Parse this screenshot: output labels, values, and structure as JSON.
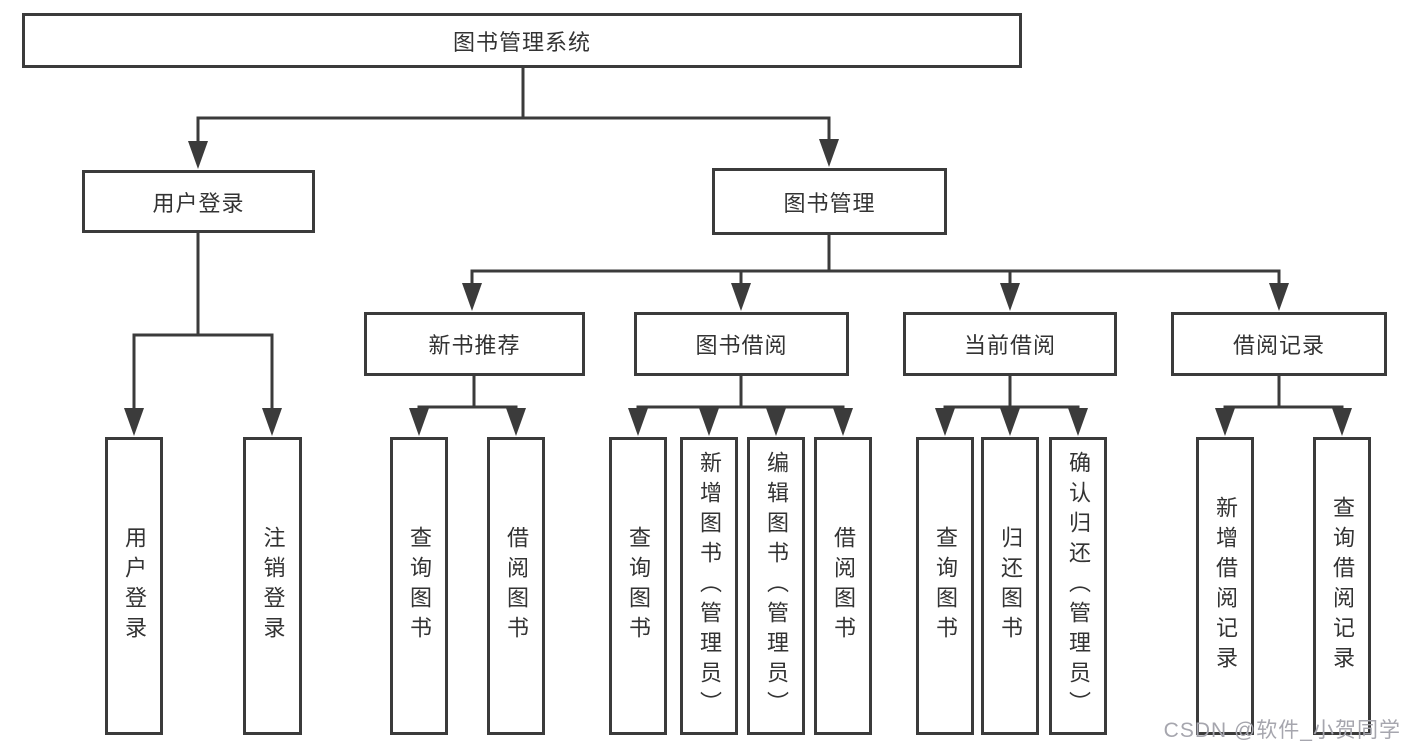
{
  "diagram": {
    "type": "tree",
    "title": "图书管理系统",
    "watermark": "CSDN @软件_小贺同学",
    "colors": {
      "line": "#3b3b3b",
      "box_border": "#3b3b3b",
      "text": "#333333",
      "background": "#ffffff",
      "watermark": "#a6a6ae"
    },
    "nodes": [
      {
        "id": "root",
        "label": "图书管理系统",
        "level": 1,
        "parent": null,
        "vertical": false
      },
      {
        "id": "user-login",
        "label": "用户登录",
        "level": 2,
        "parent": "root",
        "vertical": false
      },
      {
        "id": "book-mgmt",
        "label": "图书管理",
        "level": 2,
        "parent": "root",
        "vertical": false
      },
      {
        "id": "new-book-rec",
        "label": "新书推荐",
        "level": 3,
        "parent": "book-mgmt",
        "vertical": false
      },
      {
        "id": "book-borrow",
        "label": "图书借阅",
        "level": 3,
        "parent": "book-mgmt",
        "vertical": false
      },
      {
        "id": "current-borrow",
        "label": "当前借阅",
        "level": 3,
        "parent": "book-mgmt",
        "vertical": false
      },
      {
        "id": "borrow-records",
        "label": "借阅记录",
        "level": 3,
        "parent": "book-mgmt",
        "vertical": false
      },
      {
        "id": "user-login-action",
        "label": "用户登录",
        "level": 4,
        "parent": "user-login",
        "vertical": true
      },
      {
        "id": "logout-action",
        "label": "注销登录",
        "level": 4,
        "parent": "user-login",
        "vertical": true
      },
      {
        "id": "query-books-rec",
        "label": "查询图书",
        "level": 4,
        "parent": "new-book-rec",
        "vertical": true
      },
      {
        "id": "borrow-books-rec",
        "label": "借阅图书",
        "level": 4,
        "parent": "new-book-rec",
        "vertical": true
      },
      {
        "id": "query-books-borrow",
        "label": "查询图书",
        "level": 4,
        "parent": "book-borrow",
        "vertical": true
      },
      {
        "id": "add-book-admin",
        "label": "新增图书（管理员）",
        "level": 4,
        "parent": "book-borrow",
        "vertical": true
      },
      {
        "id": "edit-book-admin",
        "label": "编辑图书（管理员）",
        "level": 4,
        "parent": "book-borrow",
        "vertical": true
      },
      {
        "id": "borrow-books",
        "label": "借阅图书",
        "level": 4,
        "parent": "book-borrow",
        "vertical": true
      },
      {
        "id": "query-books-current",
        "label": "查询图书",
        "level": 4,
        "parent": "current-borrow",
        "vertical": true
      },
      {
        "id": "return-books",
        "label": "归还图书",
        "level": 4,
        "parent": "current-borrow",
        "vertical": true
      },
      {
        "id": "confirm-return-admin",
        "label": "确认归还（管理员）",
        "level": 4,
        "parent": "current-borrow",
        "vertical": true
      },
      {
        "id": "add-borrow-record",
        "label": "新增借阅记录",
        "level": 4,
        "parent": "borrow-records",
        "vertical": true
      },
      {
        "id": "query-borrow-record",
        "label": "查询借阅记录",
        "level": 4,
        "parent": "borrow-records",
        "vertical": true
      }
    ]
  }
}
